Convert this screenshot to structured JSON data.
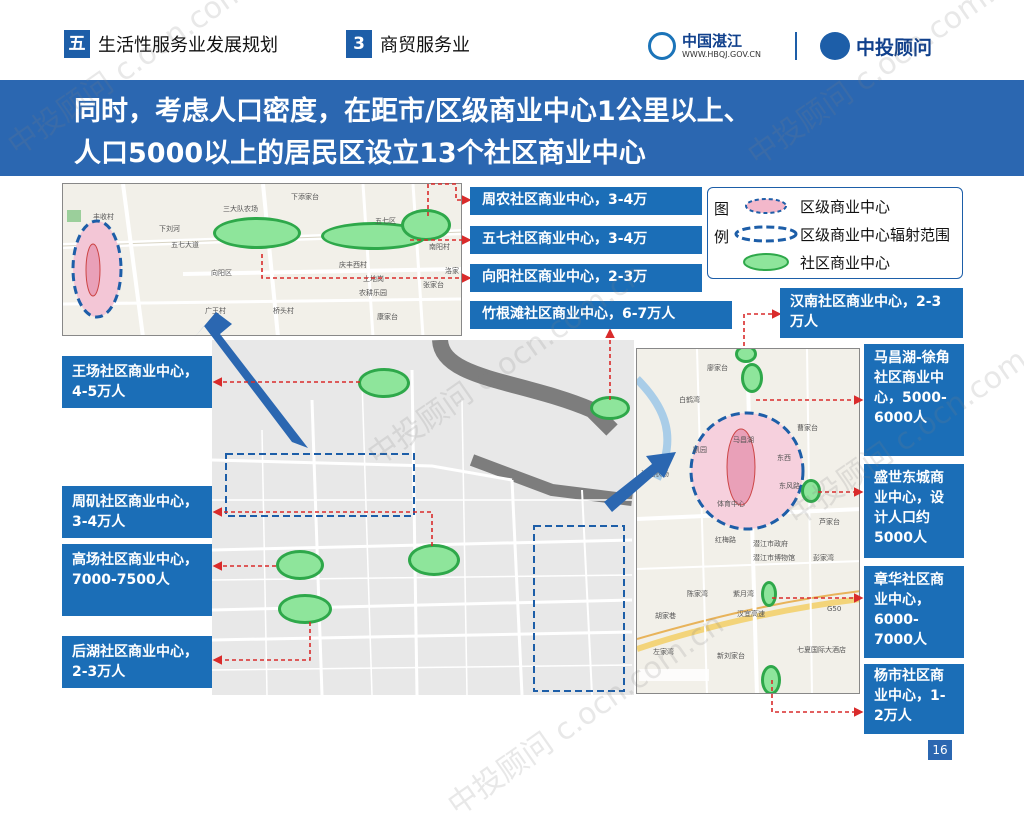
{
  "header": {
    "section_num": "五",
    "section_title": "生活性服务业发展规划",
    "sub_num": "3",
    "sub_title": "商贸服务业",
    "logo1_name": "中国湛江",
    "logo1_url": "WWW.HBQJ.GOV.CN",
    "logo2_name": "中投顾问"
  },
  "title": {
    "line1": "同时，考虑人口密度，在距市/区级商业中心1公里以上、",
    "line2": "人口5000以上的居民区设立13个社区商业中心"
  },
  "legend": {
    "side1": "图",
    "side2": "例",
    "items": [
      "区级商业中心",
      "区级商业中心辐射范围",
      "社区商业中心"
    ]
  },
  "annotations": {
    "zhounong": "周农社区商业中心，3-4万",
    "wuqi": "五七社区商业中心，3-4万",
    "xiangyang": "向阳社区商业中心，2-3万",
    "zhugentan": "竹根滩社区商业中心，6-7万人",
    "hannan": "汉南社区商业中心，2-3万人",
    "machanghu": "马昌湖-徐角社区商业中心，5000-6000人",
    "shengshi": "盛世东城商业中心，设计人口约5000人",
    "zhanghua": "章华社区商业中心，6000-7000人",
    "yangshi": "杨市社区商业中心，1-2万人",
    "wangchang": "王场社区商业中心，4-5万人",
    "zhouji": "周矶社区商业中心，3-4万人",
    "gaochang": "高场社区商业中心，7000-7500人",
    "houhu": "后湖社区商业中心，2-3万人"
  },
  "map_labels_top": [
    "丰收村",
    "下刘河",
    "三大队农场",
    "下添家台",
    "五七区",
    "五七大道",
    "向阳区",
    "庆丰西村",
    "农耕乐园",
    "广王村",
    "桥头村",
    "康家台",
    "南阳村",
    "洛家",
    "张家台",
    "土地岗"
  ],
  "map_labels_right": [
    "廖家台",
    "白鹤湾",
    "马昌湖",
    "东西",
    "曹家台",
    "凯园",
    "体育中心",
    "东风路",
    "江北农场",
    "芦家台",
    "红梅路",
    "潜江市政府",
    "潜江市博物馆",
    "彭家湾",
    "紫月湾",
    "胡家巷",
    "汉宜高速",
    "七夏国际大酒店",
    "陈家湾",
    "左家湾",
    "新刘家台",
    "G50"
  ],
  "page_number": "16",
  "watermark": "中投顾问 c.ocn.com.cn"
}
